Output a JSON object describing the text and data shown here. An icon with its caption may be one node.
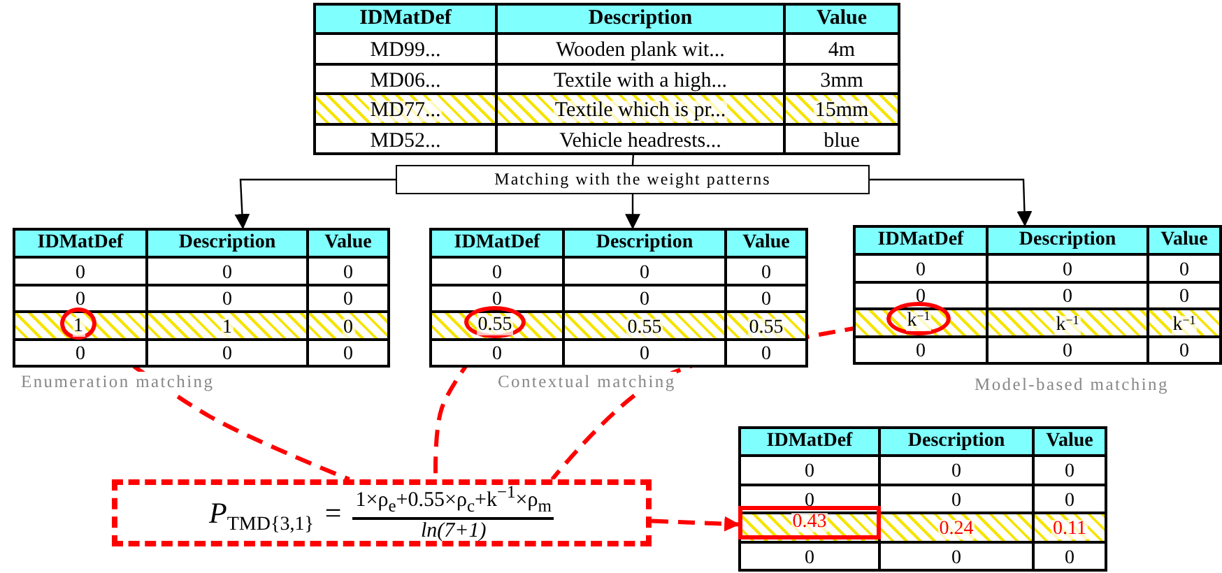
{
  "diagram": {
    "nodes": [
      {
        "text": [
          "IDMatDef",
          "Description",
          "Value",
          "MD99...",
          "Wooden plank wit...",
          "4m",
          "MD06...",
          "Textile with a high...",
          "3mm",
          "MD77...",
          "Textile which is pr...",
          "15mm",
          "MD52...",
          "Vehicle headrests...",
          "blue"
        ]
      },
      {
        "text": [
          "Matching with the weight patterns"
        ]
      },
      {
        "text": [
          "IDMatDef",
          "Description",
          "Value",
          "0",
          "0",
          "0",
          "0",
          "0",
          "0",
          "1",
          "0",
          "0",
          "0",
          "0"
        ],
        "beside": [
          "Enumeration matching"
        ]
      },
      {
        "text": [
          "IDMatDef",
          "Description",
          "Value",
          "0",
          "0",
          "0",
          "0",
          "0",
          "0",
          "0.55",
          "0.55",
          "0",
          "0",
          "0"
        ],
        "beside": [
          "Contextual matching"
        ]
      },
      {
        "text": [
          "IDMatDef",
          "Description",
          "Value",
          "0",
          "0",
          "0",
          "0",
          "0",
          "0",
          "k$^{−1}$",
          "k$^{−1}$",
          "0",
          "0",
          "0"
        ],
        "beside": [
          "Model-based matching"
        ]
      },
      {
        "text": [
          "P",
          "TMD{3,1}",
          "=",
          "1×ρ$_{e}$+0.55×ρ$_{c}$+k$^{−1}$×ρ$_{m}$",
          "ln(7+1)"
        ]
      },
      {
        "text": [
          "IDMatDef",
          "Description",
          "Value",
          "0",
          "0",
          "0",
          "0",
          "0",
          "0",
          "0.24",
          "0.11",
          "0",
          "0",
          "0"
        ]
      },
      {
        "text": [
          "1"
        ],
        "in": 2
      },
      {
        "text": [
          "0.55"
        ],
        "in": 3
      },
      {
        "text": [
          "k$^{−1}$"
        ],
        "in": 4
      },
      {
        "text": [
          "0.43"
        ],
        "in": 6
      }
    ],
    "edges": [
      {
        "from": 0,
        "to": 1,
        "arrow": "none"
      },
      {
        "from": 1,
        "to": 2,
        "arrow": "to"
      },
      {
        "from": 1,
        "to": 3,
        "arrow": "to"
      },
      {
        "from": 1,
        "to": 4,
        "arrow": "to"
      },
      {
        "from": 7,
        "to": 5,
        "arrow": "none",
        "style": "dashed",
        "color": "#ff0000"
      },
      {
        "from": 8,
        "to": 5,
        "arrow": "none",
        "style": "dashed",
        "color": "#ff0000"
      },
      {
        "from": 9,
        "to": 5,
        "arrow": "none",
        "style": "dashed",
        "color": "#ff0000"
      },
      {
        "from": 5,
        "to": 10,
        "arrow": "to",
        "style": "dashed",
        "color": "#ff0000"
      }
    ]
  }
}
